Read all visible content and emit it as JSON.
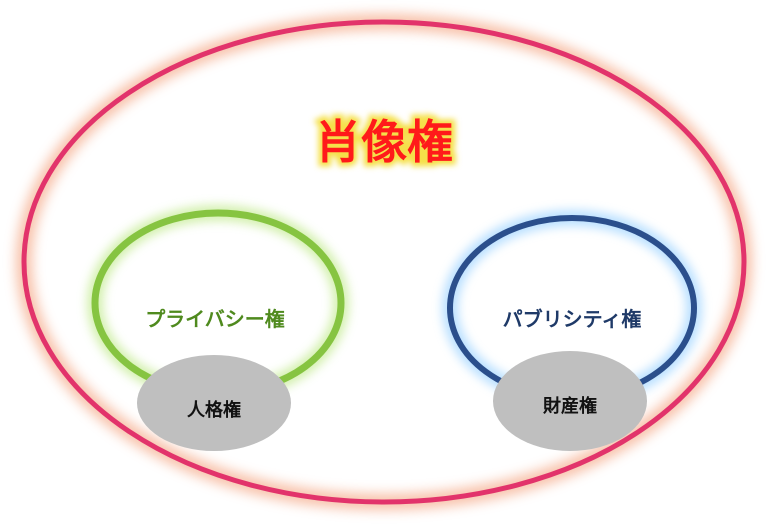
{
  "outer": {
    "title": "肖像権",
    "stroke": "#e2336b",
    "glow": "#f4a582",
    "title_color": "#ff1a1a",
    "title_glow": "#f5e04a"
  },
  "privacy": {
    "label": "プライバシー権",
    "stroke": "#86c441",
    "glow": "#c8ec9a",
    "label_color": "#4f8a1e"
  },
  "publicity": {
    "label": "パブリシティ権",
    "stroke": "#2b4f8c",
    "glow": "#a8d8ff",
    "label_color": "#1f3a68"
  },
  "personality": {
    "label": "人格権",
    "fill": "#bfbfbf",
    "label_color": "#111111"
  },
  "property": {
    "label": "財産権",
    "fill": "#bfbfbf",
    "label_color": "#111111"
  }
}
